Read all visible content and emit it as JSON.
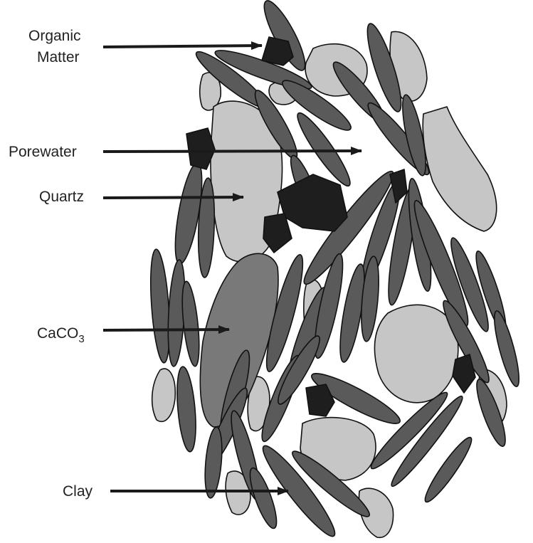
{
  "labels": {
    "organic_line1": "Organic",
    "organic_line2": "Matter",
    "porewater": "Porewater",
    "quartz": "Quartz",
    "caco3_main": "CaCO",
    "caco3_sub": "3",
    "clay": "Clay"
  },
  "colors": {
    "clay": "#5a5a5a",
    "quartz": "#c6c6c6",
    "caco3": "#797979",
    "organic": "#1e1e1e",
    "outline": "#111111",
    "arrow": "#1a1a1a"
  }
}
